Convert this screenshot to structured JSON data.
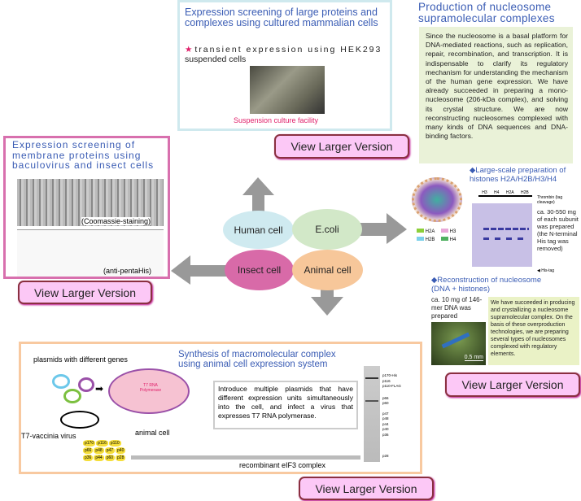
{
  "mammalian": {
    "title": "Expression screening of large proteins and complexes using cultured mammalian cells",
    "star": "★",
    "note_spaced": "transient expression using HEK293",
    "note_rest": "suspended cells",
    "caption": "Suspension culture facility",
    "button": "View Larger Version"
  },
  "nucleosome": {
    "title": "Production of nucleosome supramolecular complexes",
    "body": "Since the nucleosome is a basal platform for DNA-mediated reactions, such as replication, repair, recombination, and transcription. It is indispensable to clarify its regulatory mechanism for understanding the mechanism of the human gene expression. We have already succeeded in preparing a mono-nucleosome (206-kDa complex), and solving its crystal structure. We are now reconstructing nucleosomes complexed with many kinds of DNA sequences and DNA-binding factors.",
    "histone_heading": "◆Large-scale preparation of histones H2A/H2B/H3/H4",
    "legend": [
      "H2A",
      "H3",
      "H2B",
      "H4"
    ],
    "legend_colors": [
      "#8ccf3a",
      "#e8a8d8",
      "#7cd0ea",
      "#50b060"
    ],
    "gel_lanes": [
      "H3",
      "H4",
      "H2A",
      "H2B"
    ],
    "gel_note": "Thrombin (tag cleavage)",
    "his_tag": "His-tag",
    "histone_text": "ca. 30-550 mg of each subunit was prepared (the N-terminal His tag was removed)",
    "recon_heading": "◆Reconstruction of nucleosome (DNA + histones)",
    "dna_text": "ca. 10 mg of 146-mer DNA was prepared",
    "scale": "0.5 mm",
    "recon_text": "We have succeeded in producing and crystallizing a nucleosome supramolecular complex. On the basis of these overproduction technologies, we are preparing several types of nucleosomes complexed with regulatory elements.",
    "button": "View Larger Version"
  },
  "membrane": {
    "title": "Expression screening of membrane proteins using baculovirus and insect cells",
    "gel1_label": "(Coomassie-staining)",
    "gel2_label": "(anti-pentaHis)",
    "button": "View Larger Version"
  },
  "cells": {
    "human": "Human cell",
    "ecoli": "E.coli",
    "insect": "Insect cell",
    "animal": "Animal cell"
  },
  "complex": {
    "title": "Synthesis of macromolecular complex using animal cell expression system",
    "plasmids": "plasmids with different genes",
    "virus": "T7-vaccinia virus",
    "cell": "animal cell",
    "polymerase": "T7 RNA Polymerase",
    "description": "Introduce multiple plasmids that have different expression units simultaneously into the cell, and infect a virus that expresses T7 RNA polymerase.",
    "product": "recombinant eIF3 complex",
    "subunits": [
      "p170",
      "p116",
      "p110",
      "p66",
      "p48",
      "p47",
      "p40",
      "p36",
      "p44",
      "p60",
      "p28"
    ],
    "gel_labels": [
      "p170-His",
      "p116",
      "p110-FLAG",
      "p66",
      "p60",
      "p47",
      "p48",
      "p44",
      "p40",
      "p36",
      "p28"
    ],
    "button": "View Larger Version"
  }
}
